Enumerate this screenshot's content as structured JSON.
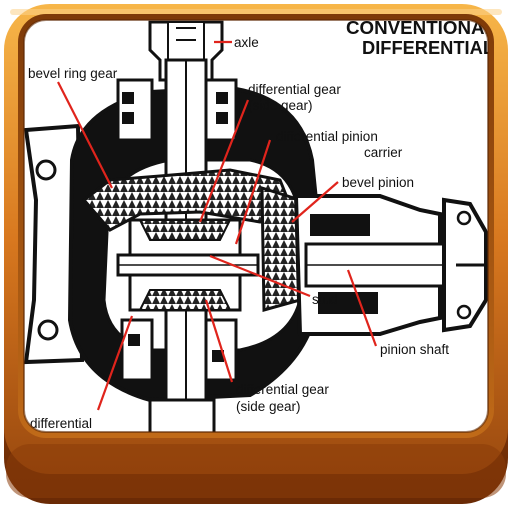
{
  "icon": {
    "frame_color": "#d2731c",
    "frame_highlight": "#f6b24a",
    "frame_shadow": "#7a3206",
    "base_shade": "#9a4a10"
  },
  "diagram": {
    "title_line1": "CONVENTIONAL",
    "title_line2": "DIFFERENTIAL",
    "labels": {
      "axle": "axle",
      "bevel_ring_gear": "bevel ring gear",
      "diff_gear_top_1": "differential gear",
      "diff_gear_top_2": "(side gear)",
      "pinion_carrier_1": "differential pinion",
      "pinion_carrier_2": "carrier",
      "bevel_pinion": "bevel pinion",
      "pinion_shaft": "pinion shaft",
      "stud": "stud",
      "diff_gear_bottom_1": "differential gear",
      "diff_gear_bottom_2": "(side gear)",
      "differential_cut": "differential"
    },
    "leader_color": "#e0241c"
  }
}
